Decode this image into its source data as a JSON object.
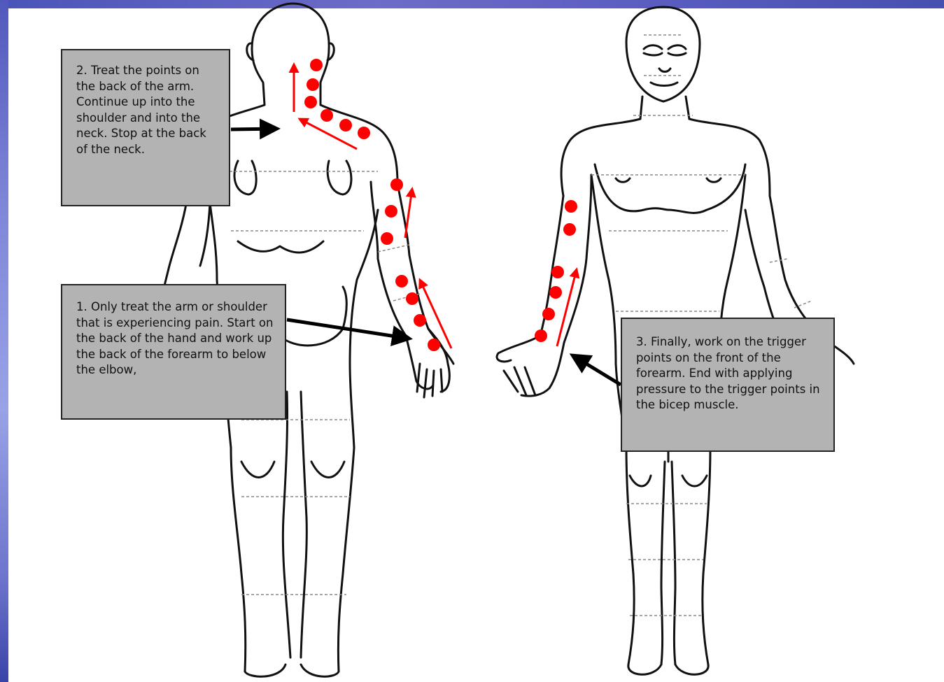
{
  "callouts": {
    "step2": "2. Treat the points on the back of the arm. Continue up into the shoulder and into the neck. Stop at the back of the neck.",
    "step1": "1. Only treat the arm or shoulder that is experiencing pain. Start on the back of the hand and work up the back of the forearm to below the elbow,",
    "step3": "3. Finally, work on the trigger points on the front of the forearm. End with applying pressure to the trigger points in the bicep muscle."
  },
  "colors": {
    "trigger_point": "#ff0000",
    "callout_fill": "#b3b3b3",
    "outline": "#111111"
  }
}
